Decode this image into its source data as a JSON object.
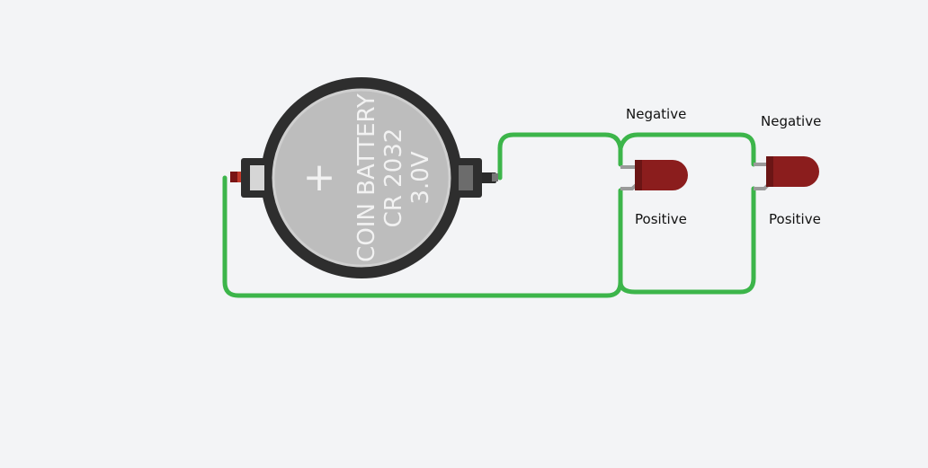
{
  "battery": {
    "line1": "COIN BATTERY",
    "line2": "CR 2032",
    "line3": "3.0V",
    "plus_symbol": "+"
  },
  "led1": {
    "negative_label": "Negative",
    "positive_label": "Positive"
  },
  "led2": {
    "negative_label": "Negative",
    "positive_label": "Positive"
  },
  "colors": {
    "wire": "#3cb54a",
    "led": "#8b1d1d",
    "battery_body": "#bdbdbd",
    "holder": "#333333",
    "background": "#f3f4f6"
  }
}
